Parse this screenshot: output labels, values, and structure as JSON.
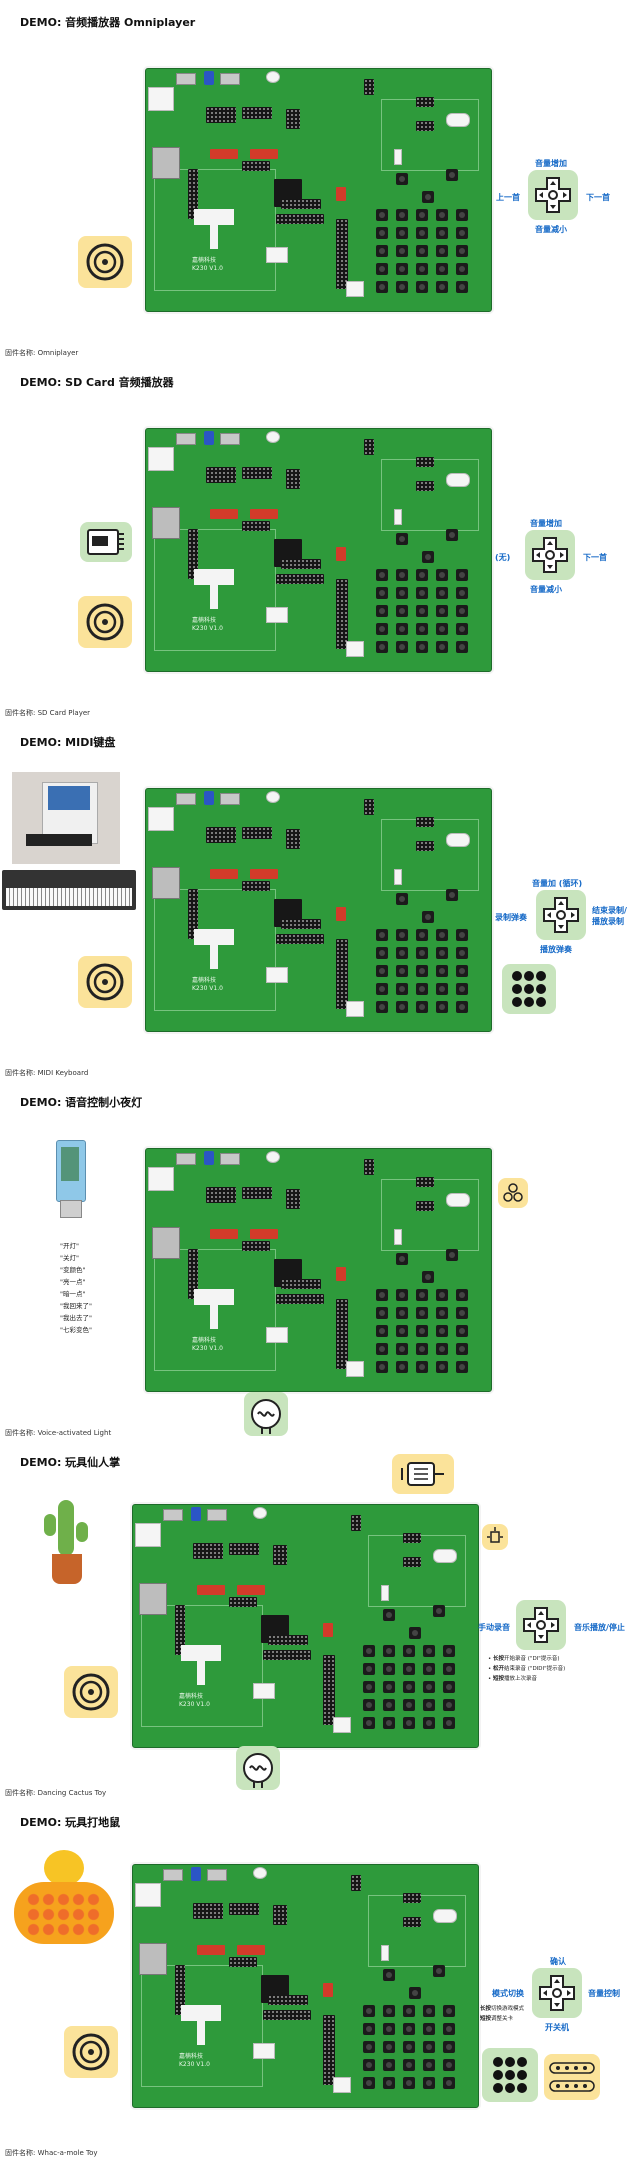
{
  "sections": [
    {
      "title": "DEMO: 音频播放器 Omniplayer",
      "firmware": "固件名称: Omniplayer",
      "controls": {
        "up": "音量增加",
        "down": "音量减小",
        "left": "上一首",
        "right": "下一首"
      }
    },
    {
      "title": "DEMO: SD Card 音频播放器",
      "firmware": "固件名称: SD Card Player",
      "controls": {
        "up": "音量增加",
        "down": "音量减小",
        "left": "(无)",
        "right": "下一首"
      }
    },
    {
      "title": "DEMO: MIDI键盘",
      "firmware": "固件名称: MIDI Keyboard",
      "controls": {
        "up": "音量加 (循环)",
        "down": "播放弹奏",
        "left": "录制弹奏",
        "right_line1": "结束录制/",
        "right_line2": "播放录制"
      }
    },
    {
      "title": "DEMO: 语音控制小夜灯",
      "firmware": "固件名称: Voice-activated Light",
      "voice_commands": [
        "\"开灯\"",
        "\"关灯\"",
        "\"变颜色\"",
        "\"亮一点\"",
        "\"暗一点\"",
        "\"我回来了\"",
        "\"我出去了\"",
        "\"七彩变色\""
      ]
    },
    {
      "title": "DEMO: 玩具仙人掌",
      "firmware": "固件名称: Dancing Cactus Toy",
      "controls": {
        "left": "手动录音",
        "right": "音乐播放/停止"
      },
      "bullets": [
        {
          "bold": "长按",
          "text": "开始录音 (\"DI\"提示音)"
        },
        {
          "bold": "松开",
          "text": "结束录音 (\"DIDI\"提示音)"
        },
        {
          "bold": "短按",
          "text": "播放上次录音"
        }
      ]
    },
    {
      "title": "DEMO: 玩具打地鼠",
      "firmware": "固件名称: Whac-a-mole Toy",
      "controls": {
        "up": "确认",
        "down": "开关机",
        "left": "模式切换",
        "right": "音量控制"
      },
      "notes": [
        {
          "bold": "长按",
          "text": "切换游戏模式"
        },
        {
          "bold": "短按",
          "text": "调整关卡"
        }
      ]
    }
  ],
  "board": {
    "silk_brand": "嘉楠科技",
    "silk_model": "K230 V1.0"
  },
  "colors": {
    "pcb": "#2e9a3b",
    "control_label": "#1569c7",
    "icon_green": "#c8e4bd",
    "icon_yellow": "#fbe39a"
  }
}
